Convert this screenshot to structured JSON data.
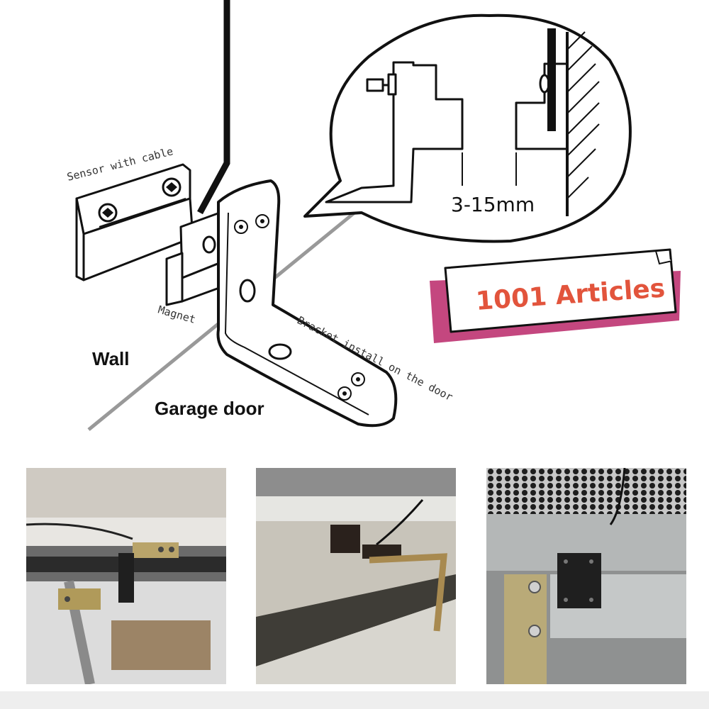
{
  "diagram": {
    "labels": {
      "sensor": "Sensor with cable",
      "magnet": "Magnet",
      "bracket": "Bracket install on the door",
      "wall": "Wall",
      "garage_door": "Garage door",
      "gap": "3-15mm"
    },
    "badge": {
      "text": "1001 Articles",
      "text_color": "#e2543c",
      "stripe_color": "#c4477f"
    }
  },
  "photos": [
    {
      "subject": "bracket-and-magnet-on-door-rail"
    },
    {
      "subject": "sensor-and-bracket-on-door-track"
    },
    {
      "subject": "sensor-on-perforated-panel"
    }
  ]
}
